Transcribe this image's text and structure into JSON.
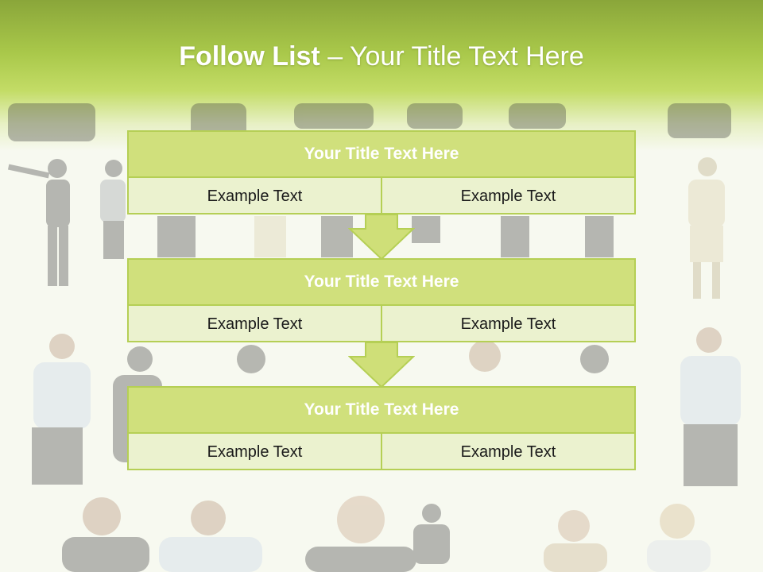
{
  "slide": {
    "title_bold": "Follow List",
    "title_rest": " – Your Title Text Here"
  },
  "steps": [
    {
      "title": "Your Title Text Here",
      "left": "Example Text",
      "right": "Example Text"
    },
    {
      "title": "Your Title Text Here",
      "left": "Example Text",
      "right": "Example Text"
    },
    {
      "title": "Your Title Text Here",
      "left": "Example Text",
      "right": "Example Text"
    }
  ],
  "colors": {
    "header": "#a9c84a",
    "block_head": "#d0e07c",
    "block_body": "#ebf2cf",
    "border": "#b5cf55"
  },
  "background_image": "business-people-collage"
}
